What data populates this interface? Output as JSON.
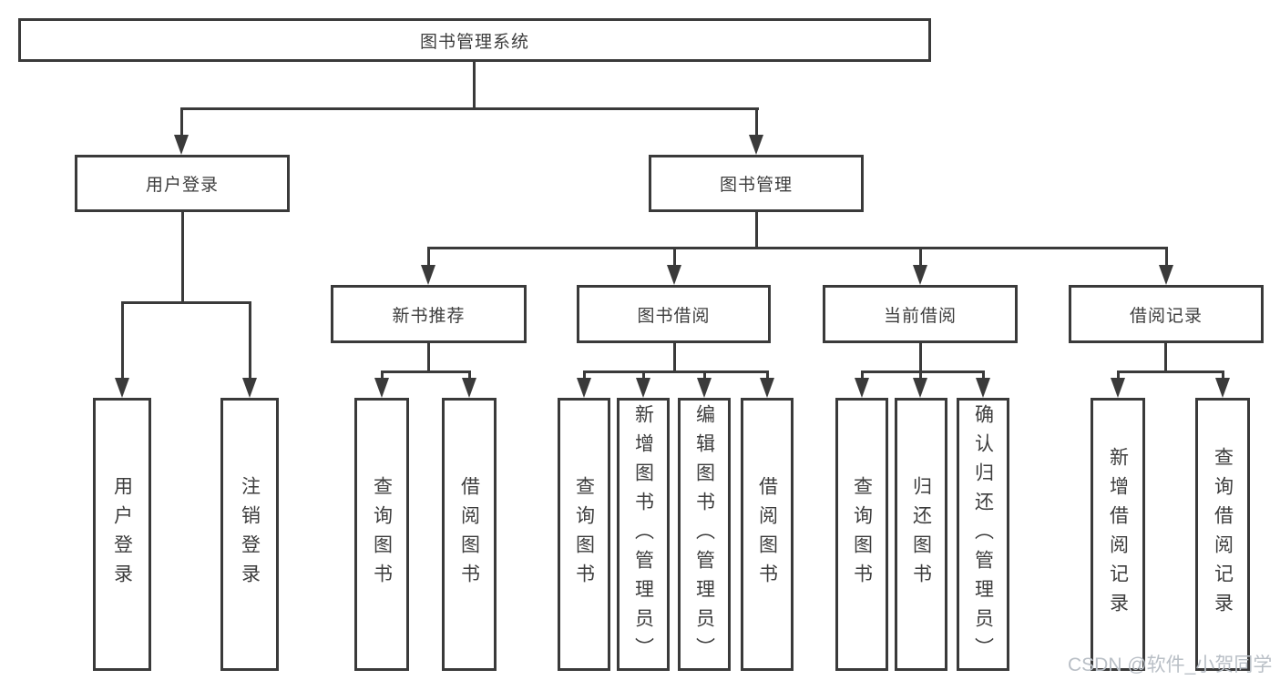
{
  "diagram": {
    "root": {
      "label": "图书管理系统"
    },
    "level2": [
      {
        "label": "用户登录"
      },
      {
        "label": "图书管理"
      }
    ],
    "level3": [
      {
        "label": "新书推荐"
      },
      {
        "label": "图书借阅"
      },
      {
        "label": "当前借阅"
      },
      {
        "label": "借阅记录"
      }
    ],
    "leaves": {
      "user_login": [
        "用户登录",
        "注销登录"
      ],
      "new_book": [
        "查询图书",
        "借阅图书"
      ],
      "book_borrow": [
        "查询图书",
        "新增图书（管理员）",
        "编辑图书（管理员）",
        "借阅图书"
      ],
      "current_borrow": [
        "查询图书",
        "归还图书",
        "确认归还（管理员）"
      ],
      "borrow_records": [
        "新增借阅记录",
        "查询借阅记录"
      ]
    }
  },
  "watermark": {
    "text": "CSDN @软件_小贺同学",
    "color": "#b9bfc6"
  },
  "colors": {
    "line": "#3a3a3a",
    "text": "#3d3d3d",
    "background": "#ffffff"
  }
}
